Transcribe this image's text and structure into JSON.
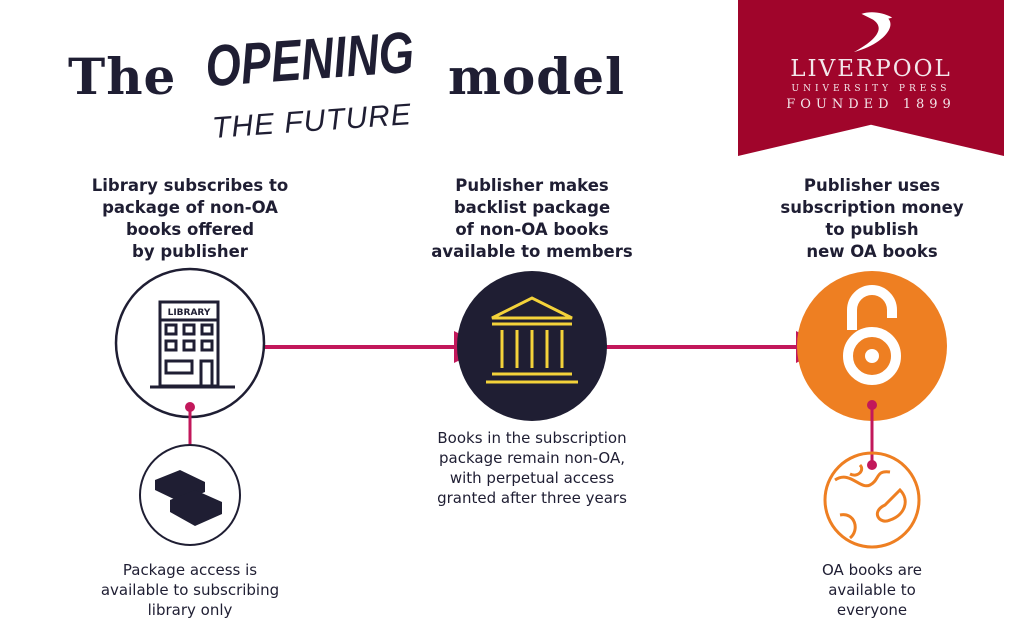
{
  "title": {
    "the": "The",
    "opening": "OPENING",
    "future": "THE FUTURE",
    "model": "model"
  },
  "logo": {
    "name": "LIVERPOOL",
    "sub": "UNIVERSITY PRESS",
    "founded": "FOUNDED 1899"
  },
  "steps": [
    {
      "heading": [
        "Library subscribes to",
        "package of non-OA",
        "books offered",
        "by publisher"
      ],
      "icon_label": "LIBRARY",
      "note": [
        "Package access is",
        "available to subscribing",
        "library only"
      ]
    },
    {
      "heading": [
        "Publisher makes",
        "backlist package",
        "of non-OA books",
        "available to members"
      ],
      "note": [
        "Books in the subscription",
        "package remain non-OA,",
        "with perpetual access",
        "granted after three years"
      ]
    },
    {
      "heading": [
        "Publisher uses",
        "subscription money",
        "to publish",
        "new OA books"
      ],
      "note": [
        "OA books are",
        "available to",
        "everyone"
      ]
    }
  ],
  "colors": {
    "navy": "#1f1e33",
    "magenta": "#c2185b",
    "orange": "#ee7f22",
    "crimson": "#a0052b"
  }
}
